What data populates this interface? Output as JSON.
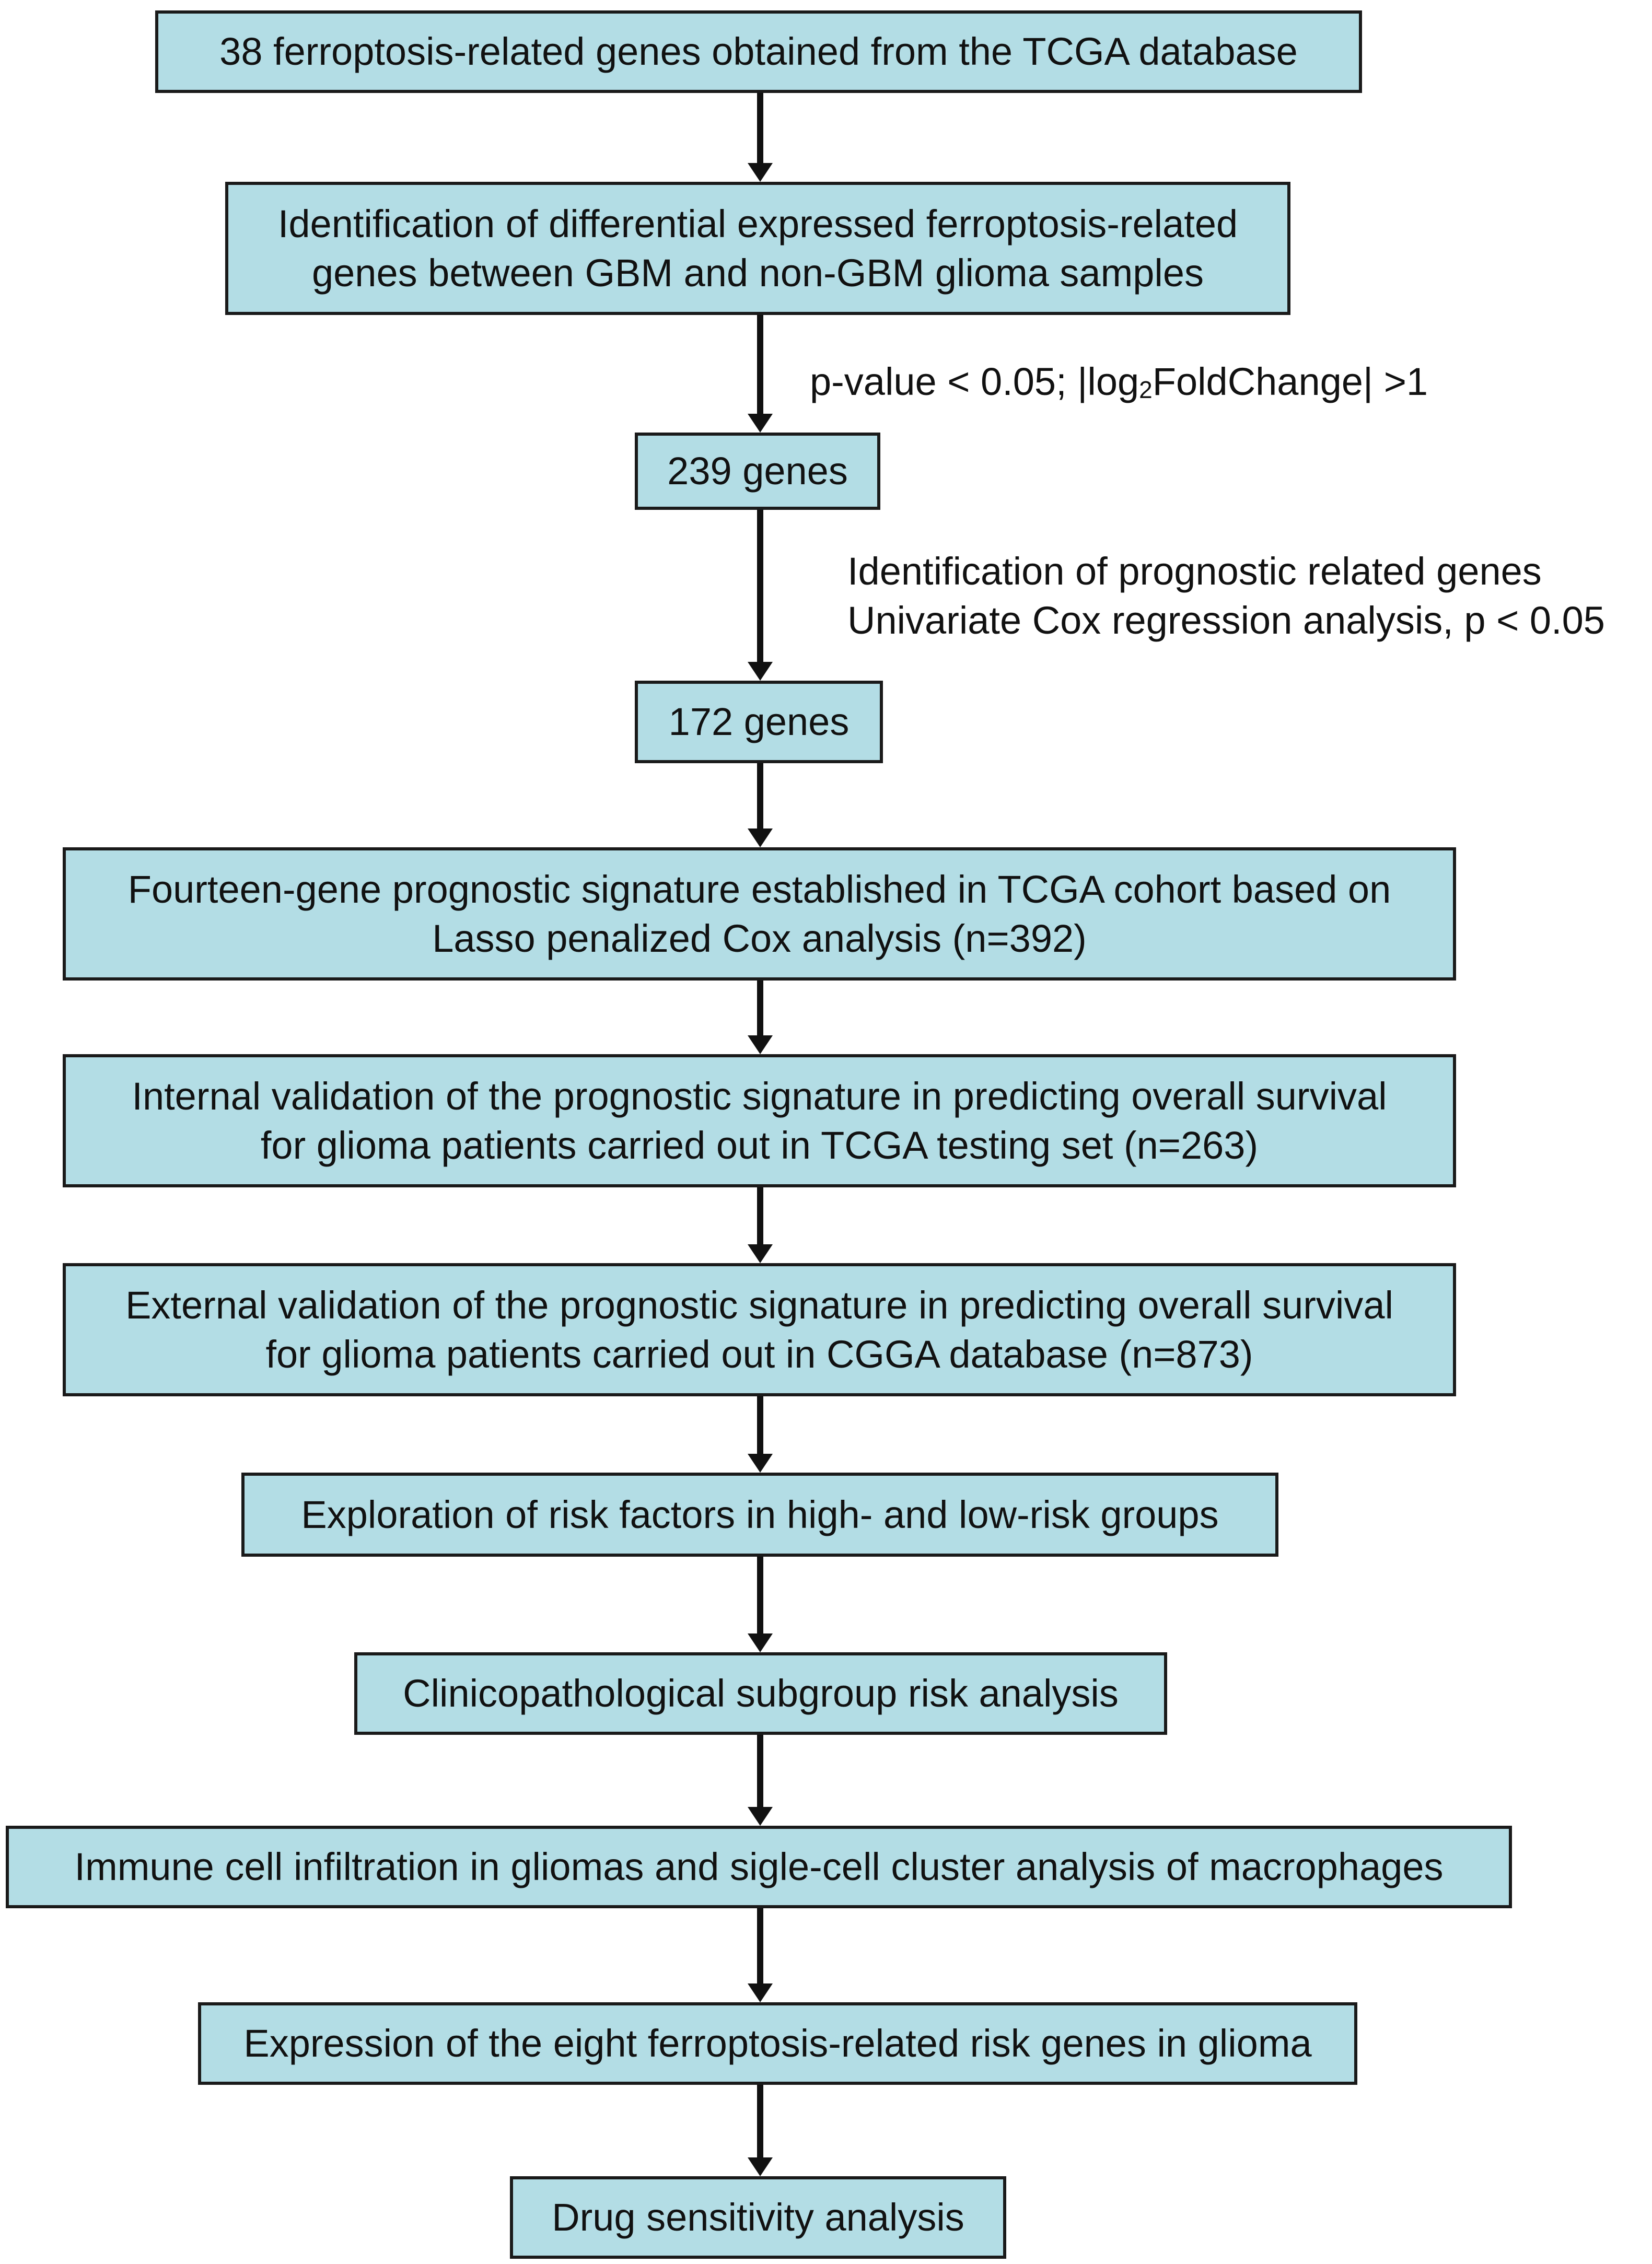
{
  "flowchart": {
    "steps": [
      {
        "lines": [
          "38 ferroptosis-related genes obtained from the TCGA database"
        ]
      },
      {
        "lines": [
          "Identification of differential expressed ferroptosis-related",
          "genes between GBM and non-GBM glioma samples"
        ]
      },
      {
        "lines": [
          "239 genes"
        ]
      },
      {
        "lines": [
          "172 genes"
        ]
      },
      {
        "lines": [
          "Fourteen-gene prognostic signature established in TCGA cohort based on",
          "Lasso penalized Cox analysis (n=392)"
        ]
      },
      {
        "lines": [
          "Internal validation of the prognostic signature in predicting overall survival",
          "for glioma patients carried out in TCGA testing set (n=263)"
        ]
      },
      {
        "lines": [
          "External validation of the prognostic signature in predicting overall survival",
          "for glioma patients carried out in CGGA database (n=873)"
        ]
      },
      {
        "lines": [
          "Exploration of risk factors in high- and low-risk groups"
        ]
      },
      {
        "lines": [
          "Clinicopathological subgroup risk analysis"
        ]
      },
      {
        "lines": [
          "Immune cell infiltration in gliomas and sigle-cell cluster analysis of macrophages"
        ]
      },
      {
        "lines": [
          "Expression of the eight ferroptosis-related risk genes in glioma"
        ]
      },
      {
        "lines": [
          "Drug sensitivity analysis"
        ]
      }
    ],
    "annotations": {
      "filter_1": {
        "prefix": "p-value < 0.05; |log",
        "subscript": "2",
        "suffix": "FoldChange| >1"
      },
      "filter_2": {
        "lines": [
          "Identification of prognostic related genes",
          "Univariate Cox regression analysis, p < 0.05"
        ]
      }
    },
    "colors": {
      "box_fill": "#b3dde5",
      "box_border": "#1a1a1a",
      "arrow": "#111111",
      "text": "#111111"
    }
  }
}
